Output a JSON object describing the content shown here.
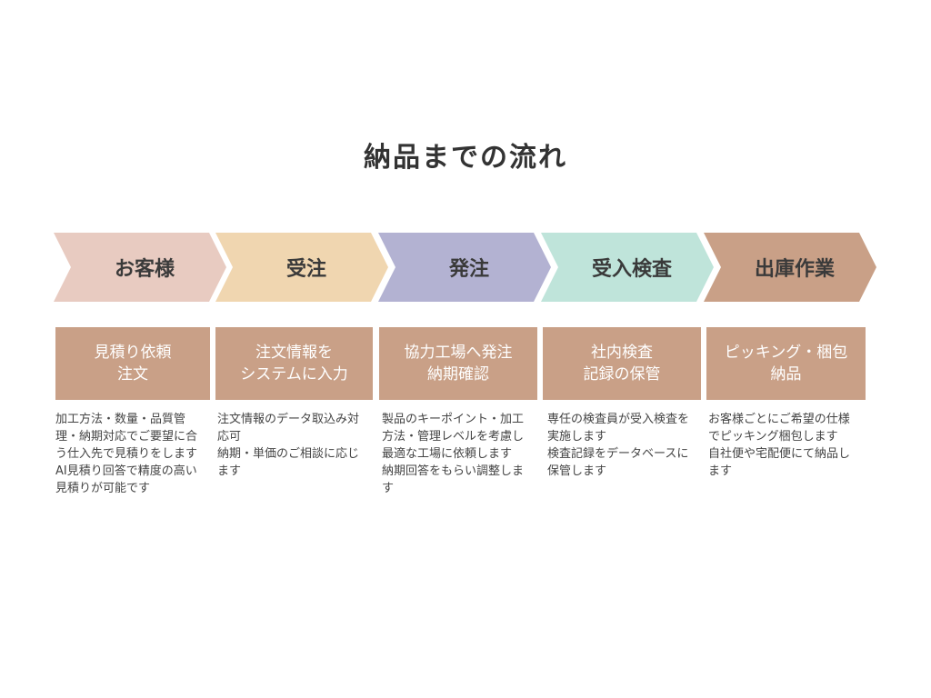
{
  "title": "納品までの流れ",
  "steps": [
    {
      "label": "お客様",
      "color": "#e8cbc1",
      "box_lines": [
        "見積り依頼",
        "注文"
      ],
      "description": [
        "加工方法・数量・品質管理・納期対応でご要望に合う仕入先で見積りをします",
        "AI見積り回答で精度の高い見積りが可能です"
      ]
    },
    {
      "label": "受注",
      "color": "#f0d6b0",
      "box_lines": [
        "注文情報を",
        "システムに入力"
      ],
      "description": [
        "注文情報のデータ取込み対応可",
        "納期・単価のご相談に応じます"
      ]
    },
    {
      "label": "発注",
      "color": "#b3b2d2",
      "box_lines": [
        "協力工場へ発注",
        "納期確認"
      ],
      "description": [
        "製品のキーポイント・加工方法・管理レベルを考慮し最適な工場に依頼します",
        "納期回答をもらい調整します"
      ]
    },
    {
      "label": "受入検査",
      "color": "#bfe4da",
      "box_lines": [
        "社内検査",
        "記録の保管"
      ],
      "description": [
        "専任の検査員が受入検査を実施します",
        "検査記録をデータベースに保管します"
      ]
    },
    {
      "label": "出庫作業",
      "color": "#c9a087",
      "box_lines": [
        "ピッキング・梱包",
        "納品"
      ],
      "description": [
        "お客様ごとにご希望の仕様でピッキング梱包します",
        "自社便や宅配便にて納品します"
      ]
    }
  ],
  "box_color": "#c9a087"
}
